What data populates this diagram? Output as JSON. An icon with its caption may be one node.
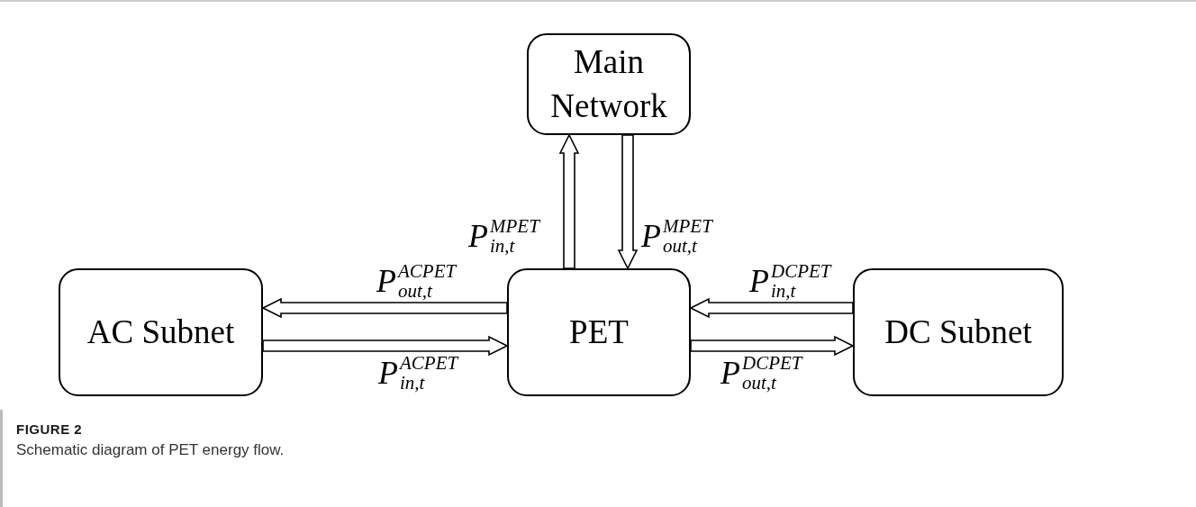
{
  "diagram": {
    "caption": "Schematic diagram of PET energy flow.",
    "nodes": [
      {
        "text": [
          "Main Network"
        ]
      },
      {
        "text": [
          "AC Subnet"
        ]
      },
      {
        "text": [
          "PET"
        ]
      },
      {
        "text": [
          "DC Subnet"
        ]
      }
    ],
    "edges": [
      {
        "from": 2,
        "to": 0,
        "arrow": "to",
        "label": "P$^{MPET}$$_{in,t}$"
      },
      {
        "from": 0,
        "to": 2,
        "arrow": "to",
        "label": "P$^{MPET}$$_{out,t}$"
      },
      {
        "from": 2,
        "to": 1,
        "arrow": "to",
        "label": "P$^{ACPET}$$_{out,t}$"
      },
      {
        "from": 1,
        "to": 2,
        "arrow": "to",
        "label": "P$^{ACPET}$$_{in,t}$"
      },
      {
        "from": 3,
        "to": 2,
        "arrow": "to",
        "label": "P$^{DCPET}$$_{in,t}$"
      },
      {
        "from": 2,
        "to": 3,
        "arrow": "to",
        "label": "P$^{DCPET}$$_{out,t}$"
      }
    ],
    "labels": [
      "FIGURE 2"
    ]
  }
}
